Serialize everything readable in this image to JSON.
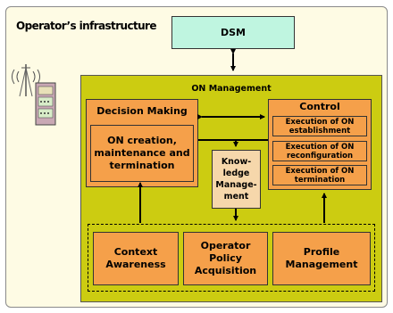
{
  "title": "Operator’s infrastructure",
  "dsm_label": "DSM",
  "on_management": {
    "title": "ON Management",
    "decision_making": {
      "title": "Decision Making",
      "content": "ON creation, maintenance and termination"
    },
    "control": {
      "title": "Control",
      "items": [
        "Execution of ON establishment",
        "Execution of ON reconfiguration",
        "Execution of ON termination"
      ]
    },
    "knowledge_management": "Know-ledge Manage-ment",
    "bottom_modules": [
      "Context Awareness",
      "Operator Policy Acquisition",
      "Profile Management"
    ]
  },
  "colors": {
    "dsm_fill": "#bff5e0",
    "on_management_fill": "#cccc11",
    "module_fill": "#f5a04a",
    "knowledge_fill": "#f6d7ab",
    "background": "#fefbe4"
  },
  "icons": [
    "base-station-device-icon"
  ]
}
